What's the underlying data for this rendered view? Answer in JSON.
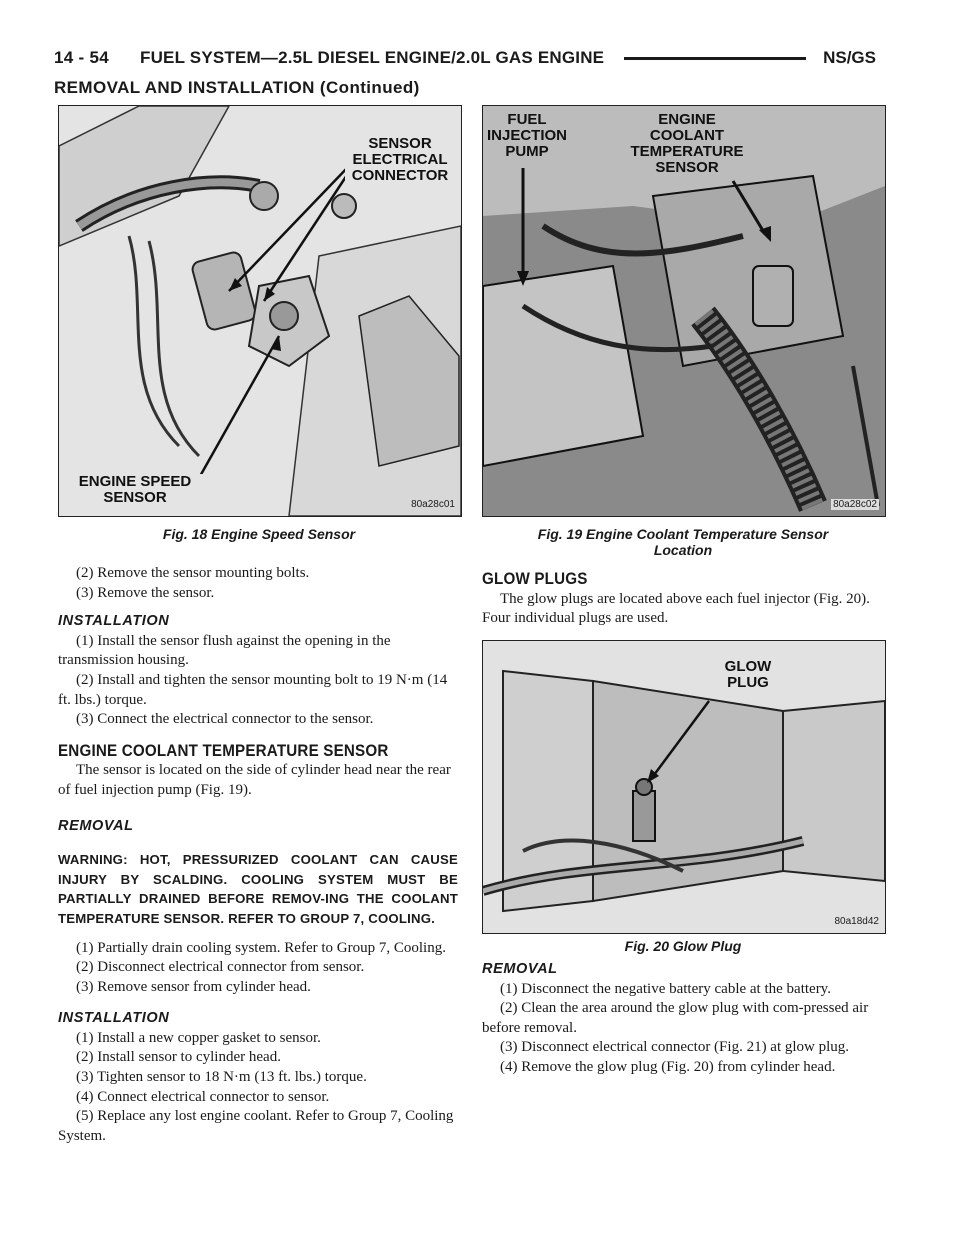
{
  "header": {
    "page_number": "14 - 54",
    "title": "FUEL SYSTEM—2.5L DIESEL ENGINE/2.0L GAS ENGINE",
    "model_code": "NS/GS"
  },
  "continued_heading": "REMOVAL AND INSTALLATION (Continued)",
  "figures": {
    "fig18": {
      "caption": "Fig. 18 Engine Speed Sensor",
      "code": "80a28c01",
      "callout_connector": [
        "SENSOR",
        "ELECTRICAL",
        "CONNECTOR"
      ],
      "callout_sensor": [
        "ENGINE SPEED",
        "SENSOR"
      ]
    },
    "fig19": {
      "caption_line1": "Fig. 19 Engine Coolant Temperature Sensor",
      "caption_line2": "Location",
      "code": "80a28c02",
      "callout_pump": [
        "FUEL",
        "INJECTION",
        "PUMP"
      ],
      "callout_ects": [
        "ENGINE",
        "COOLANT",
        "TEMPERATURE",
        "SENSOR"
      ]
    },
    "fig20": {
      "caption": "Fig. 20 Glow Plug",
      "code": "80a18d42",
      "callout_glow": [
        "GLOW",
        "PLUG"
      ]
    }
  },
  "left_column": {
    "step2": "(2) Remove the sensor mounting bolts.",
    "step3": "(3) Remove the sensor.",
    "install_heading": "INSTALLATION",
    "install_1": "(1) Install the sensor flush against the opening in the transmission housing.",
    "install_2": "(2) Install and tighten the sensor mounting bolt to 19 N·m (14 ft. lbs.) torque.",
    "install_3": "(3) Connect the electrical connector to the sensor.",
    "ects_heading": "ENGINE COOLANT TEMPERATURE SENSOR",
    "ects_intro": "The sensor is located on the side of cylinder head near the rear of fuel injection pump (Fig. 19).",
    "removal_heading": "REMOVAL",
    "warning": "WARNING: HOT, PRESSURIZED COOLANT CAN CAUSE INJURY BY SCALDING. COOLING SYSTEM MUST BE PARTIALLY DRAINED BEFORE REMOV-ING THE COOLANT TEMPERATURE SENSOR. REFER TO GROUP 7, COOLING.",
    "removal_1": "(1) Partially drain cooling system. Refer to Group 7, Cooling.",
    "removal_2": "(2) Disconnect electrical connector from sensor.",
    "removal_3": "(3) Remove sensor from cylinder head.",
    "install2_heading": "INSTALLATION",
    "install2_1": "(1) Install a new copper gasket to sensor.",
    "install2_2": "(2) Install sensor to cylinder head.",
    "install2_3": "(3) Tighten sensor to 18 N·m (13 ft. lbs.) torque.",
    "install2_4": "(4) Connect electrical connector to sensor.",
    "install2_5": "(5) Replace any lost engine coolant. Refer to Group 7, Cooling System."
  },
  "right_column": {
    "glow_heading": "GLOW PLUGS",
    "glow_intro": "The glow plugs are located above each fuel injector (Fig. 20). Four individual plugs are used.",
    "removal_heading": "REMOVAL",
    "removal_1": "(1) Disconnect the negative battery cable at the battery.",
    "removal_2": "(2) Clean the area around the glow plug with com-pressed air before removal.",
    "removal_3": "(3) Disconnect electrical connector (Fig. 21) at glow plug.",
    "removal_4": "(4) Remove the glow plug (Fig. 20) from cylinder head."
  }
}
